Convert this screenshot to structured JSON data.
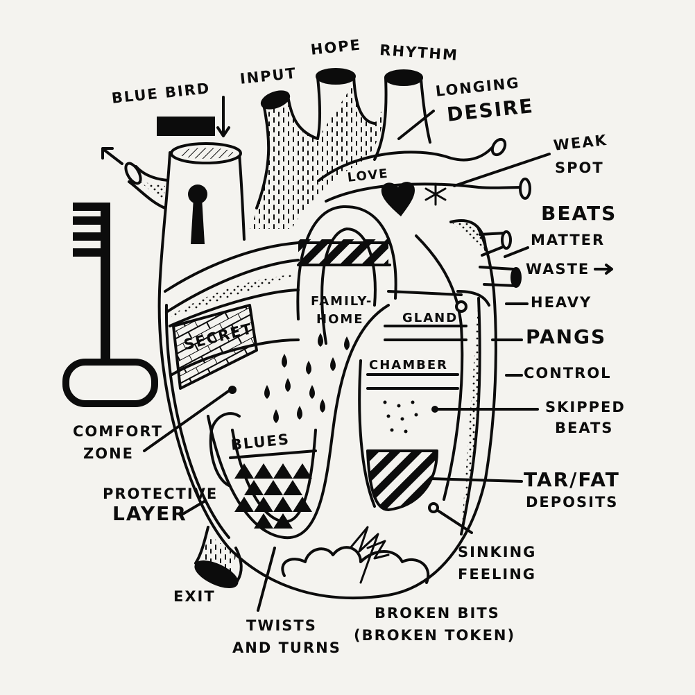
{
  "labels": {
    "hope": "HOPE",
    "rhythm": "RHYTHM",
    "input": "INPUT",
    "blue_bird": "BLUE BIRD",
    "longing": "LONGING",
    "desire": "DESIRE",
    "weak": "WEAK",
    "spot": "SPOT",
    "love": "LOVE",
    "beats": "BEATS",
    "matter": "MATTER",
    "waste": "WASTE",
    "heavy": "HEAVY",
    "pangs": "PANGS",
    "control": "CONTROL",
    "skipped": "SKIPPED",
    "skipped_beats": "BEATS",
    "tar_fat": "TAR/FAT",
    "deposits": "DEPOSITS",
    "sinking": "SINKING",
    "feeling": "FEELING",
    "broken_bits": "BROKEN BITS",
    "broken_token": "(BROKEN TOKEN)",
    "twists": "TWISTS",
    "and_turns": "AND TURNS",
    "exit": "EXIT",
    "protective": "PROTECTIVE",
    "layer": "LAYER",
    "comfort": "COMFORT",
    "zone": "ZONE",
    "secret": "SECRET",
    "family": "FAMILY-",
    "home": "HOME",
    "gland": "GLAND",
    "chamber": "CHAMBER",
    "blues": "BLUES"
  },
  "colors": {
    "ink": "#0c0c0c",
    "paper": "#f4f3ef"
  }
}
